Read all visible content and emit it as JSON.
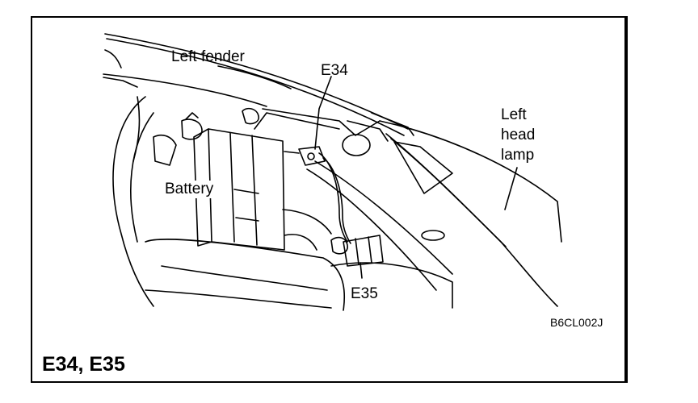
{
  "labels": {
    "left_fender": "Left fender",
    "e34": "E34",
    "left_head_lamp": [
      "Left",
      "head",
      "lamp"
    ],
    "battery": "Battery",
    "e35": "E35"
  },
  "figure_code": "B6CL002J",
  "caption": "E34, E35",
  "colors": {
    "ink": "#000000",
    "paper": "#ffffff"
  }
}
